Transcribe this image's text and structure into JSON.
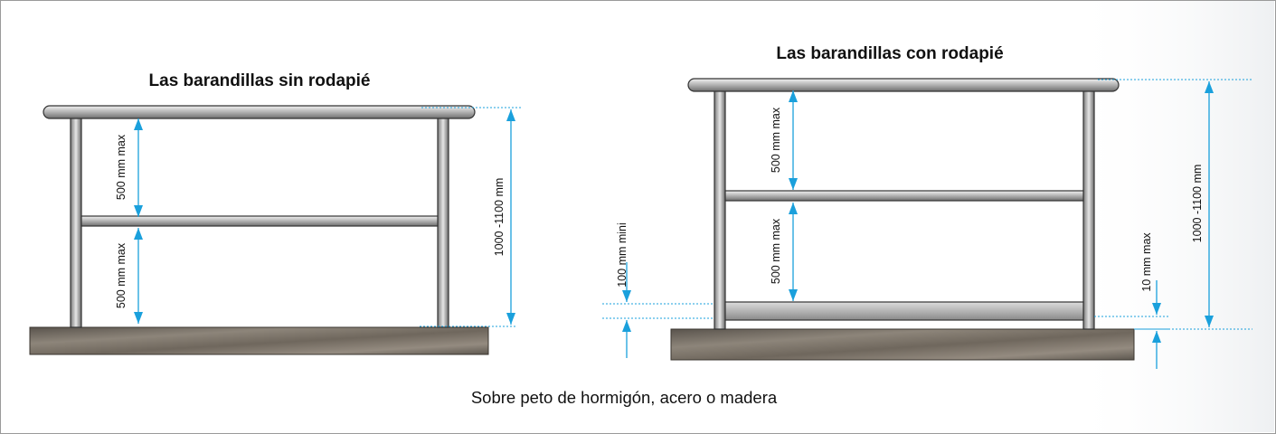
{
  "left": {
    "title": "Las barandillas sin rodapié",
    "upper_spacing": "500 mm max",
    "lower_spacing": "500 mm max",
    "total_height": "1000 -1100 mm"
  },
  "right": {
    "title": "Las barandillas con rodapié",
    "upper_spacing": "500 mm max",
    "lower_spacing": "500 mm max",
    "total_height": "1000 -1100 mm",
    "toeboard_height": "100 mm mini",
    "toeboard_gap": "10 mm max"
  },
  "caption": "Sobre peto de hormigón, acero o madera",
  "colors": {
    "dimension": "#1aa0dc",
    "rail": "#8a8a8a",
    "base": "#6b6359"
  }
}
